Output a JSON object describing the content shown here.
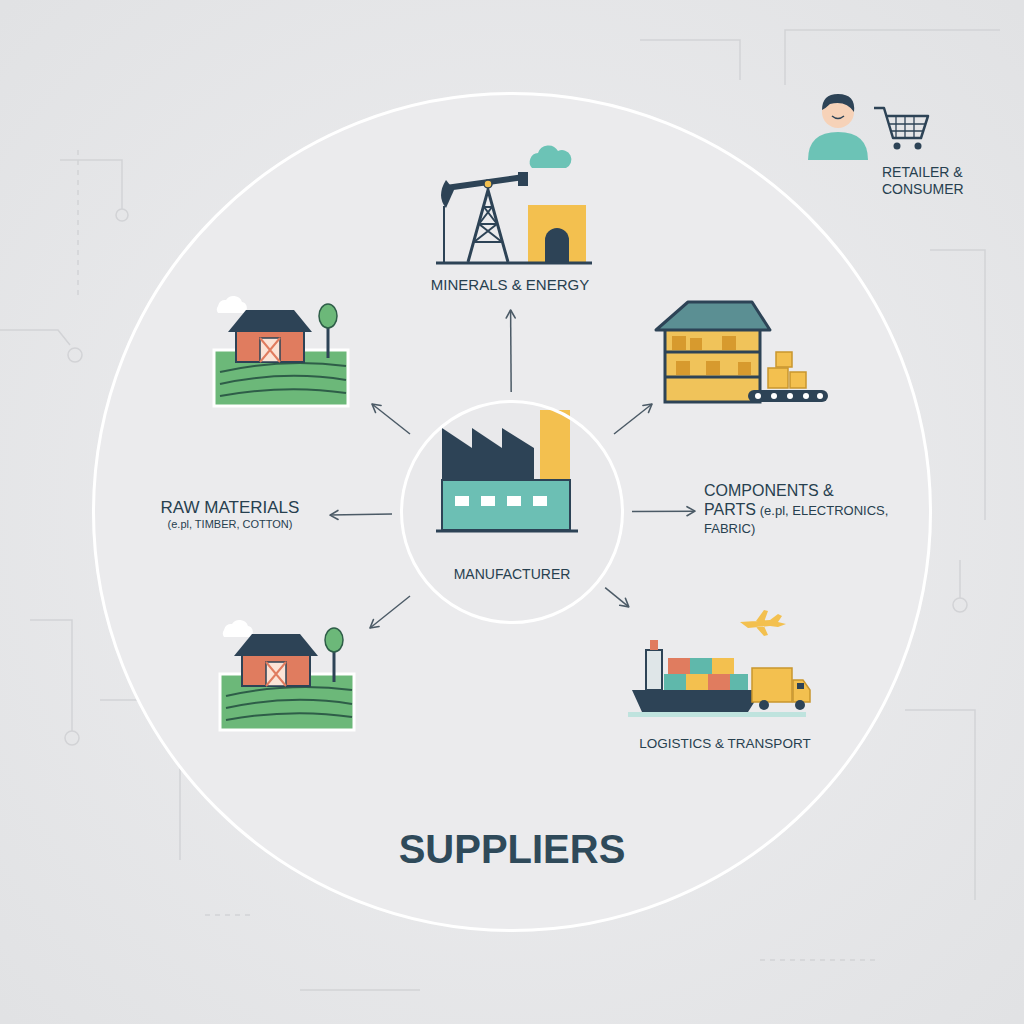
{
  "diagram": {
    "nodes": [
      {
        "text": [
          "SUPPLIERS"
        ]
      },
      {
        "text": [
          "MINERALS & ENERGY"
        ],
        "in": 0
      },
      {
        "text": [
          "RAW MATERIALS",
          "(e.pl, TIMBER, COTTON)"
        ],
        "in": 0
      },
      {
        "text": [
          "MANUFACTURER"
        ],
        "in": 0
      },
      {
        "text": [
          "COMPONENTS & PARTS",
          "(e.pl, ELECTRONICS, FABRIC)"
        ],
        "in": 0
      },
      {
        "text": [
          "LOGISTICS & TRANSPORT"
        ],
        "in": 0
      }
    ],
    "edges": [
      {
        "from": 3,
        "to": 1,
        "arrow": "to"
      },
      {
        "from": 3,
        "to": 2,
        "arrow": "to"
      },
      {
        "from": 3,
        "to": 4,
        "arrow": "to"
      },
      {
        "from": 3,
        "to": 5,
        "arrow": "to"
      }
    ],
    "labels": [
      "RETAILER & CONSUMER"
    ]
  }
}
